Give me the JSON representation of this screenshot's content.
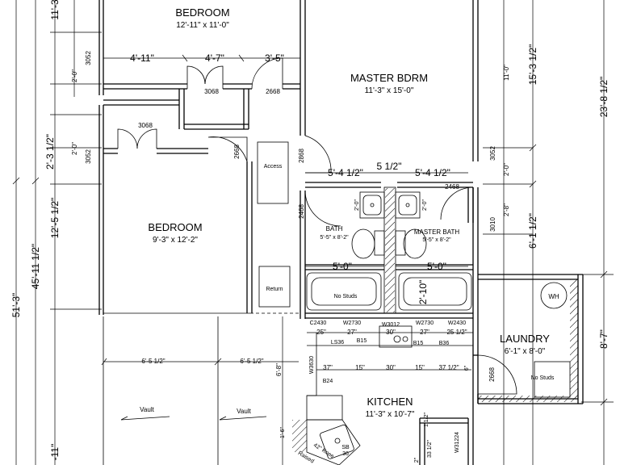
{
  "rooms": {
    "bedroom1": {
      "name": "BEDROOM",
      "size": "12'-11\" x 11'-0\""
    },
    "master": {
      "name": "MASTER BDRM",
      "size": "11'-3\" x 15'-0\""
    },
    "bedroom2": {
      "name": "BEDROOM",
      "size": "9'-3\" x 12'-2\""
    },
    "bath": {
      "name": "BATH",
      "size": "5'-5\" x 8'-2\""
    },
    "master_bath": {
      "name": "MASTER BATH",
      "size": "5'-5\" x 8'-2\""
    },
    "laundry": {
      "name": "LAUNDRY",
      "size": "6'-1\" x 8'-0\""
    },
    "kitchen": {
      "name": "KITCHEN",
      "size": "11'-3\" x 10'-7\""
    }
  },
  "left_dims": {
    "d1": "11'-3",
    "d2": "2'-3 1/2\"",
    "d3": "12'-5 1/2\"",
    "d4": "45'-11 1/2\"",
    "d5": "51'-3\"",
    "d6": "-11\"",
    "d7": "2'-0\"",
    "d8": "3052",
    "d9": "2'-0\"",
    "d10": "3052"
  },
  "right_dims": {
    "d1": "11'-0\"",
    "d2": "15'-3 1/2\"",
    "d3": "23'-8 1/2\"",
    "d4": "3052",
    "d5": "2'-0\"",
    "d6": "2'-8\"",
    "d7": "6'-1 1/2\"",
    "d8": "3010",
    "d9": "8'-7\""
  },
  "top_dims": {
    "d1": "4'-11\"",
    "d2": "4'-7\"",
    "d3": "3'-5\""
  },
  "doors": {
    "d1": "3068",
    "d2": "2668",
    "d3": "3068",
    "d4": "2668",
    "d5": "2868",
    "d6": "2468",
    "d7": "2468",
    "d8": "2668"
  },
  "bath_dims": {
    "w1": "5'-4 1/2\"",
    "w2": "5 1/2\"",
    "w3": "5'-4 1/2\"",
    "v1": "2'-0\"",
    "v2": "2'-0\"",
    "t1": "5'-0\"",
    "t2": "5'-0\"",
    "t3": "2'-10\"",
    "no_studs": "No Studs"
  },
  "features": {
    "access": "Access",
    "return": "Return",
    "wh": "WH",
    "no_studs": "No Studs"
  },
  "vaults": {
    "d1": "6'-5 1/2\"",
    "d2": "6'-5 1/2\"",
    "d3": "6'-8\"",
    "v1": "Vault",
    "v2": "Vault"
  },
  "kitchen": {
    "c2430": "C2430",
    "w2730a": "W2730",
    "w3012": "W3012",
    "w2730b": "W2730",
    "w2430": "W2430",
    "d25": "25\"",
    "d27a": "27\"",
    "d30a": "30\"",
    "d27b": "27\"",
    "d25h": "25 1/2\"",
    "ls36": "LS36",
    "b15a": "B15",
    "b15b": "B15",
    "b36": "B36",
    "w3630": "W3630",
    "b24": "B24",
    "d37a": "37\"",
    "d15a": "15\"",
    "d30b": "30\"",
    "d15b": "15\"",
    "d37h": "37 1/2\"",
    "d6": "6\"",
    "d1_6": "1'-6\"",
    "d12": "1 1/2\"",
    "d33": "33 1/2\"",
    "d2": "2\"",
    "w31224": "W31224",
    "sb": "SB",
    "sb36": "36",
    "raised": "Raised",
    "kn": "42\" Knee"
  }
}
